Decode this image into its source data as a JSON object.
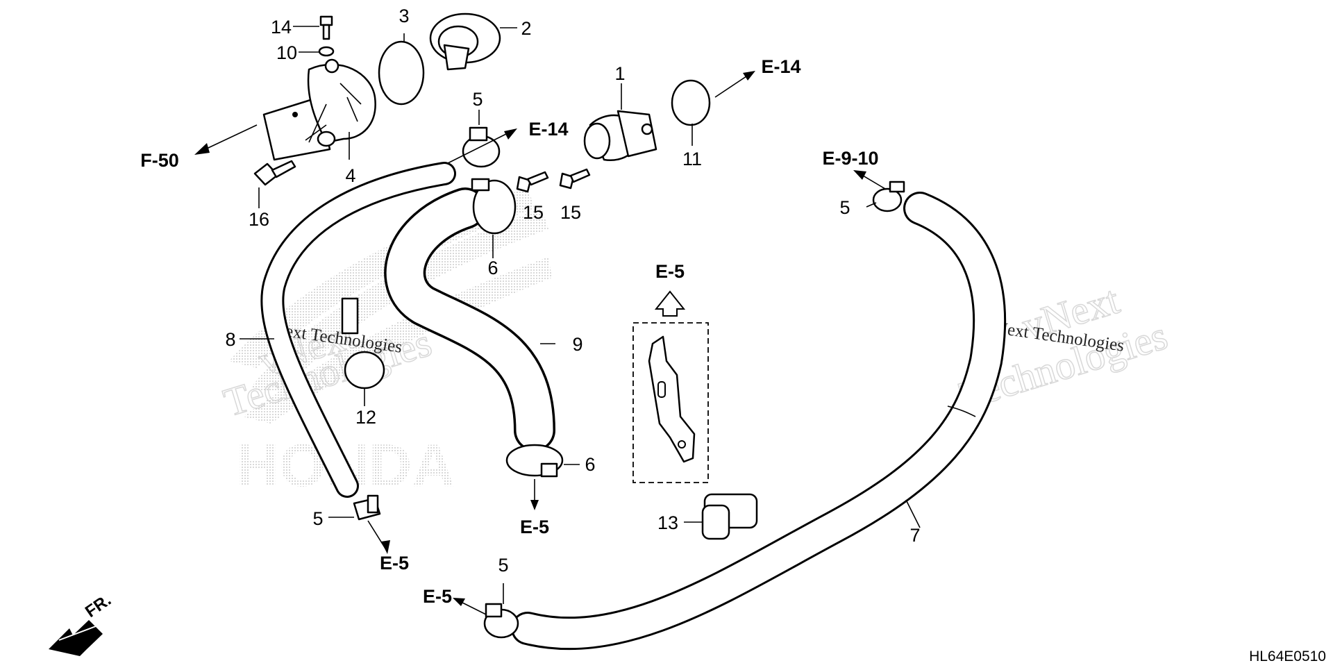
{
  "diagram_code": "HL64E0510",
  "front_label": "FR.",
  "references": {
    "f50": "F-50",
    "e14_upper": "E-14",
    "e14_lower": "E-14",
    "e910": "E-9-10",
    "e5_bracket": "E-5",
    "e5_left": "E-5",
    "e5_center": "E-5",
    "e5_bottom": "E-5"
  },
  "callouts": {
    "p1": "1",
    "p2": "2",
    "p3": "3",
    "p4": "4",
    "p5a": "5",
    "p5b": "5",
    "p5c": "5",
    "p5d": "5",
    "p6a": "6",
    "p6b": "6",
    "p7": "7",
    "p8": "8",
    "p9": "9",
    "p10": "10",
    "p11": "11",
    "p12": "12",
    "p13": "13",
    "p14": "14",
    "p15a": "15",
    "p15b": "15",
    "p16": "16"
  },
  "watermark": {
    "brand": "HONDA",
    "company_a": "vNext",
    "company_b": "Technologies",
    "company_full": "vNext Technologies"
  }
}
